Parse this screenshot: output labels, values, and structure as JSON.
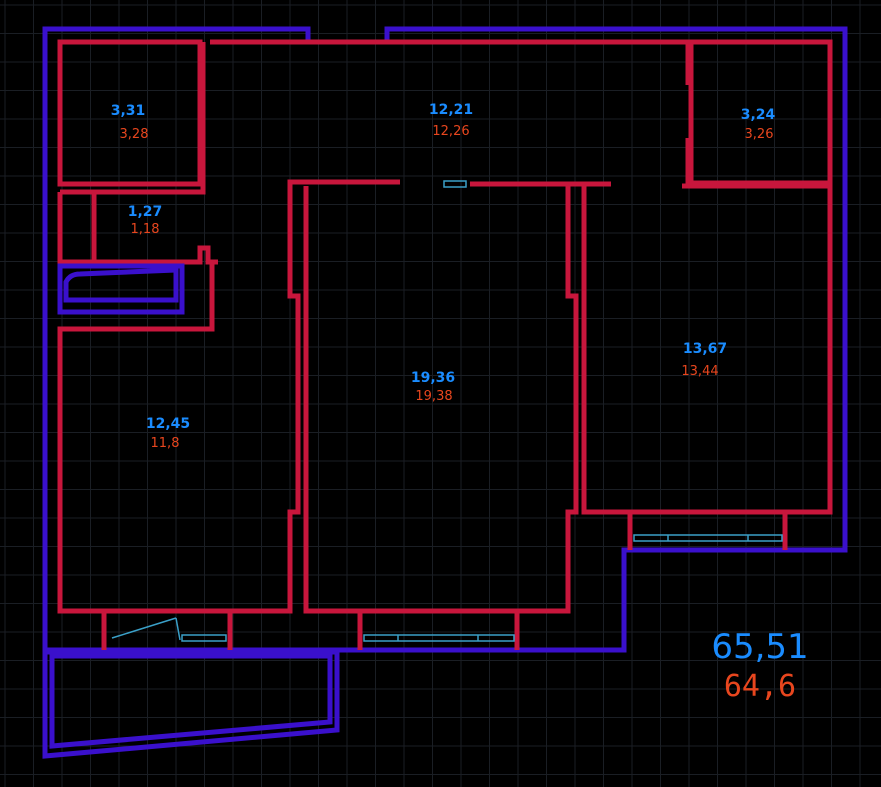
{
  "rooms": [
    {
      "id": "room-top-left-closet",
      "area_design": "3,31",
      "area_actual": "3,28"
    },
    {
      "id": "room-hall",
      "area_design": "12,21",
      "area_actual": "12,26"
    },
    {
      "id": "room-top-right-closet",
      "area_design": "3,24",
      "area_actual": "3,26"
    },
    {
      "id": "room-wc",
      "area_design": "1,27",
      "area_actual": "1,18"
    },
    {
      "id": "room-kitchen",
      "area_design": "12,45",
      "area_actual": "11,8"
    },
    {
      "id": "room-living",
      "area_design": "19,36",
      "area_actual": "19,38"
    },
    {
      "id": "room-bedroom",
      "area_design": "13,67",
      "area_actual": "13,44"
    }
  ],
  "totals": {
    "area_design": "65,51",
    "area_actual": "64,6"
  },
  "colors": {
    "background": "#000000",
    "grid": "#1a1e24",
    "outer_wall": "#3a10cc",
    "inner_wall": "#c8163c",
    "window": "#3aa0c8",
    "design_area_text": "#1a8cff",
    "actual_area_text": "#e8461e"
  }
}
